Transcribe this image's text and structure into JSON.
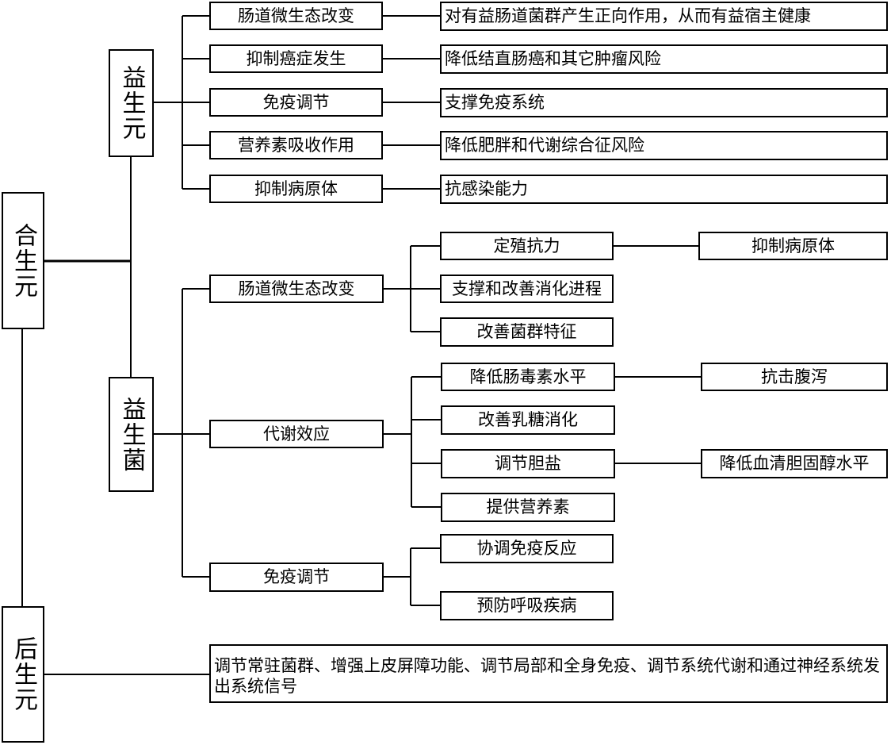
{
  "root": "合生元",
  "prebiotic": {
    "name": "益生元",
    "effects": [
      {
        "label": "肠道微生态改变",
        "outcome": "对有益肠道菌群产生正向作用，从而有益宿主健康"
      },
      {
        "label": "抑制癌症发生",
        "outcome": "降低结直肠癌和其它肿瘤风险"
      },
      {
        "label": "免疫调节",
        "outcome": "支撑免疫系统"
      },
      {
        "label": "营养素吸收作用",
        "outcome": "降低肥胖和代谢综合征风险"
      },
      {
        "label": "抑制病原体",
        "outcome": "抗感染能力"
      }
    ]
  },
  "probiotic": {
    "name": "益生菌",
    "effects": [
      {
        "label": "肠道微生态改变",
        "children": [
          {
            "label": "定殖抗力",
            "outcome": "抑制病原体"
          },
          {
            "label": "支撑和改善消化进程"
          },
          {
            "label": "改善菌群特征"
          }
        ]
      },
      {
        "label": "代谢效应",
        "children": [
          {
            "label": "降低肠毒素水平",
            "outcome": "抗击腹泻"
          },
          {
            "label": "改善乳糖消化"
          },
          {
            "label": "调节胆盐",
            "outcome": "降低血清胆固醇水平"
          },
          {
            "label": "提供营养素"
          }
        ]
      },
      {
        "label": "免疫调节",
        "children": [
          {
            "label": "协调免疫反应"
          },
          {
            "label": "预防呼吸疾病"
          }
        ]
      }
    ]
  },
  "postbiotic": {
    "name": "后生元",
    "outcome": "调节常驻菌群、增强上皮屏障功能、调节局部和全身免疫、调节系统代谢和通过神经系统发出系统信号"
  }
}
